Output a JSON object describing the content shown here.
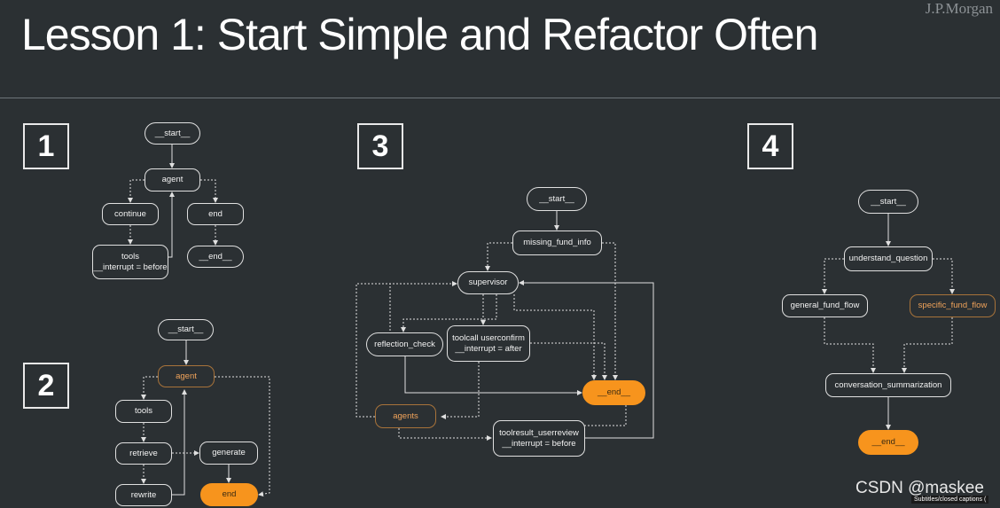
{
  "title": "Lesson 1: Start Simple and Refactor Often",
  "logo": "J.P.Morgan",
  "panels": {
    "p1": {
      "number": "1",
      "nodes": {
        "start": "__start__",
        "agent": "agent",
        "continue": "continue",
        "end": "end",
        "tools_line1": "tools",
        "tools_line2": "__interrupt = before",
        "end_node": "__end__"
      }
    },
    "p2": {
      "number": "2",
      "nodes": {
        "start": "__start__",
        "agent": "agent",
        "tools": "tools",
        "retrieve": "retrieve",
        "generate": "generate",
        "rewrite": "rewrite",
        "end": "end"
      }
    },
    "p3": {
      "number": "3",
      "nodes": {
        "start": "__start__",
        "missing": "missing_fund_info",
        "supervisor": "supervisor",
        "reflection": "reflection_check",
        "toolcall_line1": "toolcall userconfirm",
        "toolcall_line2": "__interrupt = after",
        "end": "__end__",
        "agents": "agents",
        "toolresult_line1": "toolresult_userreview",
        "toolresult_line2": "__interrupt = before"
      }
    },
    "p4": {
      "number": "4",
      "nodes": {
        "start": "__start__",
        "understand": "understand_question",
        "general": "general_fund_flow",
        "specific": "specific_fund_flow",
        "summarization": "conversation_summarization",
        "end": "__end__"
      }
    }
  },
  "colors": {
    "background": "#2b3033",
    "accent": "#f7941d",
    "line": "#e0e0e0"
  },
  "watermark": "CSDN @maskee",
  "caption_bar": "Subtitles/closed captions ("
}
